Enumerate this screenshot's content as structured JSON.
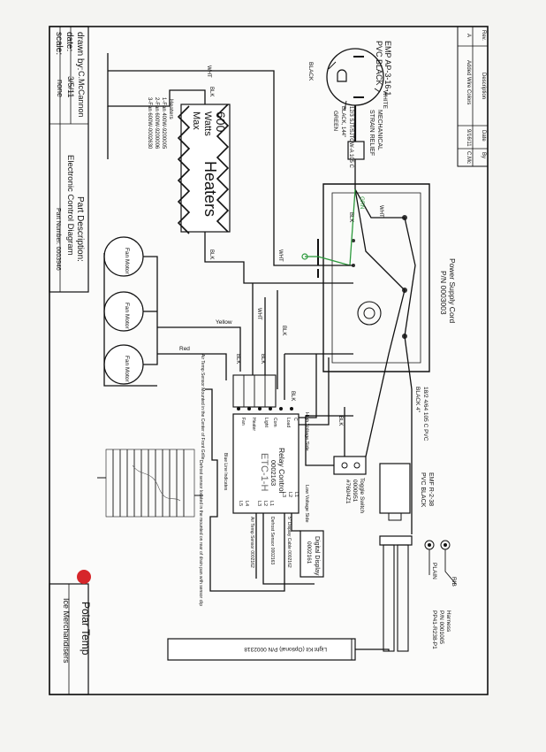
{
  "revision_block": {
    "headers": [
      "Rev.",
      "Description",
      "Date",
      "By"
    ],
    "rows": [
      [
        "A",
        "Added Wire Colors",
        "9/16/11",
        "C.Mc"
      ]
    ]
  },
  "title_block": {
    "drawn_by_label": "drawn by:",
    "drawn_by_value": "C.McCannon",
    "date_label": "date:",
    "date_value": "3/5/11",
    "scale_label": "scale:",
    "scale_value": "none",
    "part_description_label": "Part Description:",
    "part_description_value": "Electronic Control Diagram",
    "part_number": "Part Number: 0003946",
    "company_name": "Polar Temp",
    "company_tagline": "Ice Merchandisers"
  },
  "plug": {
    "model": "EMP AP-3-16-1",
    "color": "PVC BLACK",
    "black_label": "BLACK",
    "white_label": "WHITE",
    "green_label": "GREEN",
    "cable_spec": "12/3 SJT/SJTOW-A 105 C",
    "cable_length": "BLACK, 144\"",
    "strain_relief_1": "MECHANICAL",
    "strain_relief_2": "STRAIN RELIEF"
  },
  "power_supply": {
    "title": "Power Supply Cord",
    "part_number": "P/N 0003003"
  },
  "heaters": {
    "watts_1": "600",
    "watts_2": "Watts",
    "watts_3": "Max",
    "title": "Heaters",
    "list_title": "Heaters",
    "items": [
      "1-Fan 400W-9200005",
      "2-Fan 600W-9200006",
      "3-Fan 600W-0002630"
    ]
  },
  "wire_labels": {
    "wht": "WHT",
    "blk": "BLK",
    "grn": "GRN",
    "yellow": "Yellow",
    "red": "Red"
  },
  "fans": [
    "Fan Motor",
    "Fan Motor",
    "Fan Motor"
  ],
  "relay": {
    "title": "Relay Control",
    "part_number": "0002163",
    "handwritten": "ETC-1-H",
    "high_voltage": "High Voltage Side",
    "low_voltage": "Low Voltage Side",
    "terminals_left": [
      "C",
      "Load",
      "Com",
      "Light",
      "Heater",
      "Fan"
    ],
    "terminals_right": [
      "L1",
      "L2",
      "L3",
      "L1",
      "L2",
      "L3",
      "L4",
      "L5"
    ]
  },
  "cord_spec": {
    "line1": "18/2 4/64 105 C PVC",
    "line2": "BLACK 4\""
  },
  "toggle": {
    "name": "Toggle Switch",
    "part_number": "0000951",
    "code": "#760/4Z1"
  },
  "emf_connector": {
    "model": "EMF R-2-38",
    "color": "PVC BLACK"
  },
  "harness": {
    "title": "Harness",
    "part_number": "P/N 0001005",
    "code": "PP41-R238-P1"
  },
  "rib_label": "RIB",
  "plain_label": "PLAIN",
  "light_kit": "Light Kit (Optional) P/N 0002318",
  "digital_display": {
    "name": "Digital Display",
    "part_number": "0002161"
  },
  "sensors": {
    "air_temp_probe": "Air Temp Sensor Mounted in the Center of Front Grille",
    "glass_sensor_note": "Defrost sensor located in the mounted on rear of drain pan with sensor clip",
    "blue_line": "Blue Line Indicates",
    "air_sensor": "Air Temp Sensor 0002162",
    "defrost_sensor": "Defrost Sensor 0002163",
    "display_cable": "5\" Display Cable 0002162"
  }
}
